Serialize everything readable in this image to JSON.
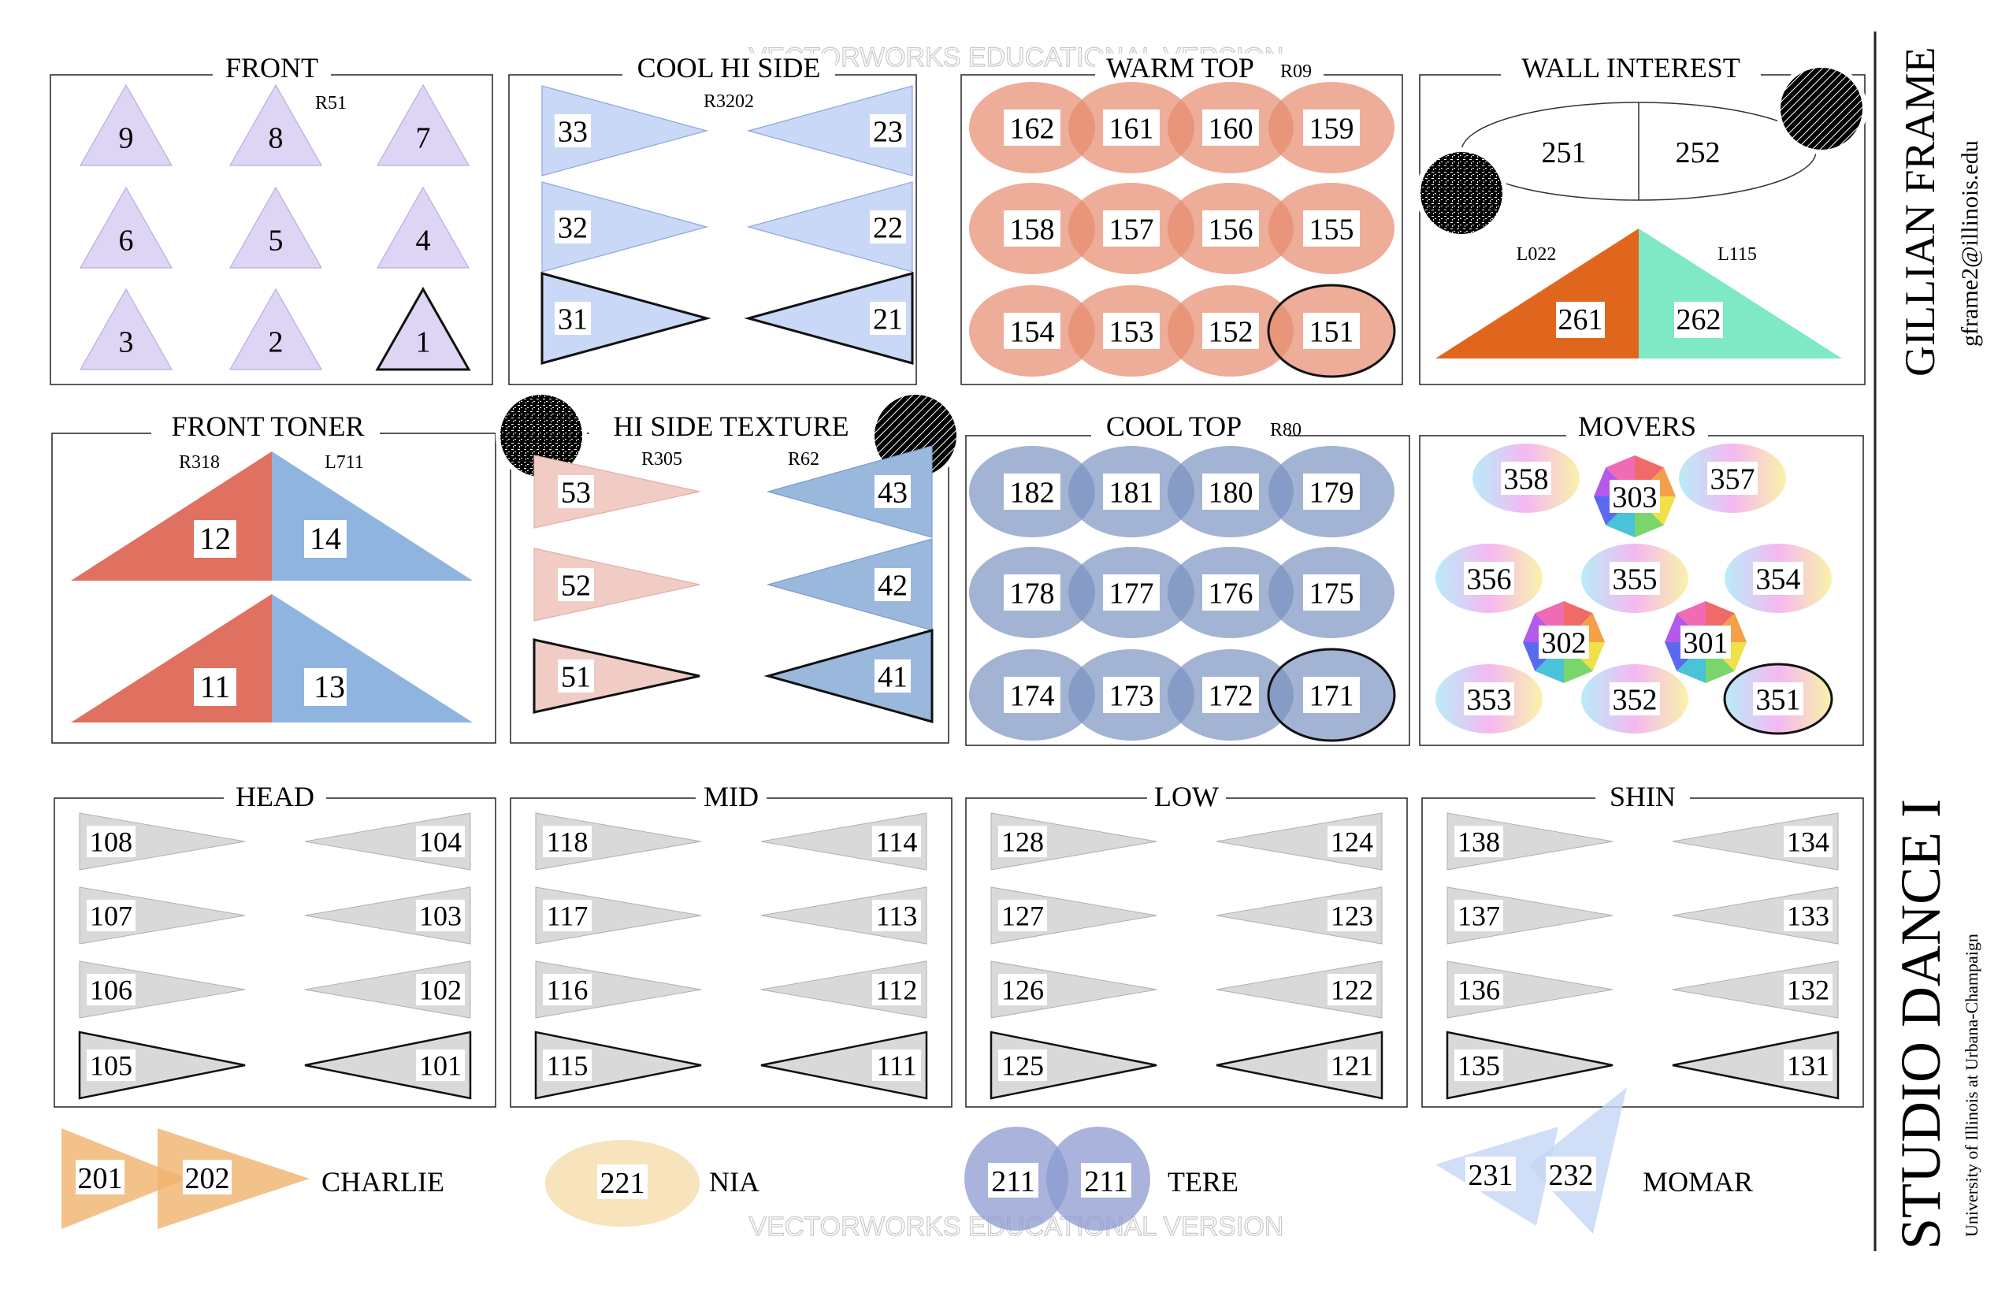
{
  "designer": {
    "name": "GILLIAN FRAME",
    "email": "gframe2@illinois.edu"
  },
  "production": {
    "title": "STUDIO DANCE I",
    "institution": "University of Illinois at Urbana-Champaign"
  },
  "watermark": "VECTORWORKS EDUCATIONAL VERSION",
  "colors": {
    "front": "#ddd5f3",
    "cool_hi_side": "#c8d8f6",
    "warm_top": "#e58a6c",
    "wall_left": "#e0661e",
    "wall_right": "#7fe8c4",
    "toner_warm": "#e07060",
    "toner_cool": "#90b4e0",
    "texture_warm": "#f0ccc4",
    "texture_cool": "#9ab8dc",
    "cool_top": "#7b93c0",
    "system": "#d9d9d9",
    "charlie": "#f0b36e",
    "nia": "#f6deb0",
    "tere": "#8c9ad0",
    "momar": "#c4d6f6"
  },
  "sections": {
    "front": {
      "title": "FRONT",
      "gel": "R51",
      "channels": {
        "c9": "9",
        "c8": "8",
        "c7": "7",
        "c6": "6",
        "c5": "5",
        "c4": "4",
        "c3": "3",
        "c2": "2",
        "c1": "1"
      }
    },
    "cool_hi_side": {
      "title": "COOL HI SIDE",
      "gel": "R3202",
      "channels": {
        "c33": "33",
        "c23": "23",
        "c32": "32",
        "c22": "22",
        "c31": "31",
        "c21": "21"
      }
    },
    "warm_top": {
      "title": "WARM TOP",
      "gel": "R09",
      "channels": {
        "c162": "162",
        "c161": "161",
        "c160": "160",
        "c159": "159",
        "c158": "158",
        "c157": "157",
        "c156": "156",
        "c155": "155",
        "c154": "154",
        "c153": "153",
        "c152": "152",
        "c151": "151"
      }
    },
    "wall_interest": {
      "title": "WALL INTEREST",
      "gel_left": "L022",
      "gel_right": "L115",
      "channels": {
        "c251": "251",
        "c252": "252",
        "c261": "261",
        "c262": "262"
      }
    },
    "front_toner": {
      "title": "FRONT TONER",
      "gel_left": "R318",
      "gel_right": "L711",
      "channels": {
        "c12": "12",
        "c14": "14",
        "c11": "11",
        "c13": "13"
      }
    },
    "hi_side_texture": {
      "title": "HI SIDE TEXTURE",
      "gel_left": "R305",
      "gel_right": "R62",
      "channels": {
        "c53": "53",
        "c43": "43",
        "c52": "52",
        "c42": "42",
        "c51": "51",
        "c41": "41"
      }
    },
    "cool_top": {
      "title": "COOL TOP",
      "gel": "R80",
      "channels": {
        "c182": "182",
        "c181": "181",
        "c180": "180",
        "c179": "179",
        "c178": "178",
        "c177": "177",
        "c176": "176",
        "c175": "175",
        "c174": "174",
        "c173": "173",
        "c172": "172",
        "c171": "171"
      }
    },
    "movers": {
      "title": "MOVERS",
      "channels": {
        "c358": "358",
        "c303": "303",
        "c357": "357",
        "c356": "356",
        "c355": "355",
        "c354": "354",
        "c302": "302",
        "c301": "301",
        "c353": "353",
        "c352": "352",
        "c351": "351"
      }
    },
    "head": {
      "title": "HEAD",
      "channels": {
        "c108": "108",
        "c104": "104",
        "c107": "107",
        "c103": "103",
        "c106": "106",
        "c102": "102",
        "c105": "105",
        "c101": "101"
      }
    },
    "mid": {
      "title": "MID",
      "channels": {
        "c118": "118",
        "c114": "114",
        "c117": "117",
        "c113": "113",
        "c116": "116",
        "c112": "112",
        "c115": "115",
        "c111": "111"
      }
    },
    "low": {
      "title": "LOW",
      "channels": {
        "c128": "128",
        "c124": "124",
        "c127": "127",
        "c123": "123",
        "c126": "126",
        "c122": "122",
        "c125": "125",
        "c121": "121"
      }
    },
    "shin": {
      "title": "SHIN",
      "channels": {
        "c138": "138",
        "c134": "134",
        "c137": "137",
        "c133": "133",
        "c136": "136",
        "c132": "132",
        "c135": "135",
        "c131": "131"
      }
    }
  },
  "specials": {
    "charlie": {
      "label": "CHARLIE",
      "channels": [
        "201",
        "202"
      ]
    },
    "nia": {
      "label": "NIA",
      "channels": [
        "221"
      ]
    },
    "tere": {
      "label": "TERE",
      "channels": [
        "211",
        "211"
      ]
    },
    "momar": {
      "label": "MOMAR",
      "channels": [
        "231",
        "232"
      ]
    }
  }
}
